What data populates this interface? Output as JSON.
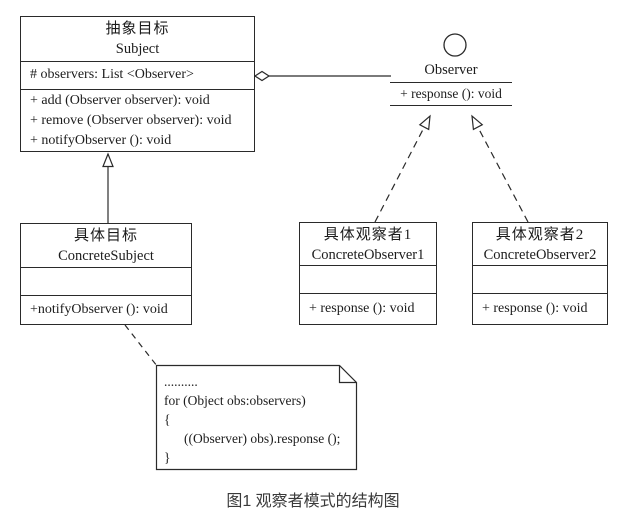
{
  "caption": "图1 观察者模式的结构图",
  "colors": {
    "stroke": "#2a2a2a",
    "background": "#ffffff",
    "caption_text": "#3a3a3a"
  },
  "classes": {
    "subject": {
      "title_cn": "抽象目标",
      "title_en": "Subject",
      "attributes": [
        "# observers: List <Observer>"
      ],
      "methods": [
        "+ add (Observer observer): void",
        "+ remove (Observer observer): void",
        "+ notifyObserver (): void"
      ]
    },
    "concrete_subject": {
      "title_cn": "具体目标",
      "title_en": "ConcreteSubject",
      "methods": [
        "+notifyObserver (): void"
      ]
    },
    "concrete_observer1": {
      "title_cn": "具体观察者1",
      "title_en": "ConcreteObserver1",
      "methods": [
        "+ response (): void"
      ]
    },
    "concrete_observer2": {
      "title_cn": "具体观察者2",
      "title_en": "ConcreteObserver2",
      "methods": [
        "+ response (): void"
      ]
    }
  },
  "interface": {
    "name": "Observer",
    "method": "+ response (): void"
  },
  "note": {
    "lines": [
      "..........",
      "for (Object obs:observers)",
      "{",
      "((Observer) obs).response ();",
      "}"
    ]
  }
}
